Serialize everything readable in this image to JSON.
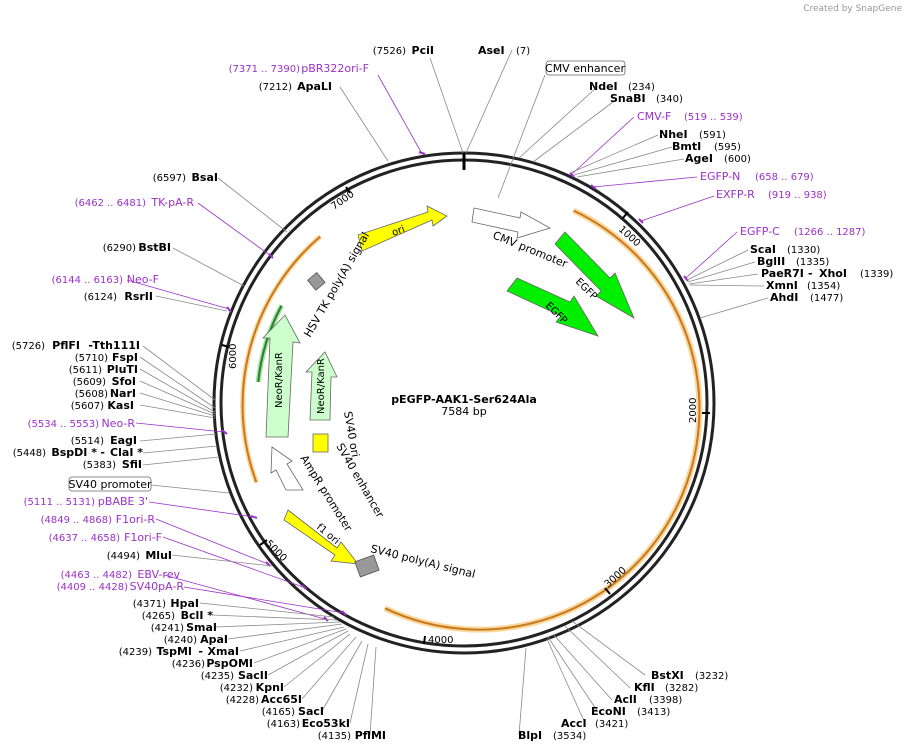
{
  "credit": "Created by SnapGene",
  "title": "pEGFP-AAK1-Ser624Ala",
  "size_label": "7584 bp",
  "ticks": [
    {
      "label": "1000",
      "pos": 1000
    },
    {
      "label": "2000",
      "pos": 2000
    },
    {
      "label": "3000",
      "pos": 3000
    },
    {
      "label": "4000",
      "pos": 4000
    },
    {
      "label": "5000",
      "pos": 5000
    },
    {
      "label": "6000",
      "pos": 6000
    },
    {
      "label": "7000",
      "pos": 7000
    }
  ],
  "sites_right": [
    {
      "name": "AseI",
      "pos": "(7)"
    },
    {
      "name": "NdeI",
      "pos": "(234)"
    },
    {
      "name": "SnaBI",
      "pos": "(340)"
    },
    {
      "name": "NheI",
      "pos": "(591)"
    },
    {
      "name": "BmtI",
      "pos": "(595)"
    },
    {
      "name": "AgeI",
      "pos": "(600)"
    },
    {
      "name": "ScaI",
      "pos": "(1330)"
    },
    {
      "name": "BglII",
      "pos": "(1335)"
    },
    {
      "name": "PaeR7I",
      "name2": "XhoI",
      "pos": "(1339)"
    },
    {
      "name": "XmnI",
      "pos": "(1354)"
    },
    {
      "name": "AhdI",
      "pos": "(1477)"
    },
    {
      "name": "BstXI",
      "pos": "(3232)"
    },
    {
      "name": "KflI",
      "pos": "(3282)"
    },
    {
      "name": "AclI",
      "pos": "(3398)"
    },
    {
      "name": "EcoNI",
      "pos": "(3413)"
    },
    {
      "name": "AccI",
      "pos": "(3421)"
    },
    {
      "name": "BlpI",
      "pos": "(3534)"
    }
  ],
  "sites_left": [
    {
      "name": "PciI",
      "pos": "(7526)"
    },
    {
      "name": "ApaLI",
      "pos": "(7212)"
    },
    {
      "name": "BsaI",
      "pos": "(6597)"
    },
    {
      "name": "BstBI",
      "pos": "(6290)"
    },
    {
      "name": "RsrII",
      "pos": "(6124)"
    },
    {
      "name": "PflFI",
      "name2": "Tth111I",
      "pos": "(5726)"
    },
    {
      "name": "FspI",
      "pos": "(5710)"
    },
    {
      "name": "PluTI",
      "pos": "(5611)"
    },
    {
      "name": "SfoI",
      "pos": "(5609)"
    },
    {
      "name": "NarI",
      "pos": "(5608)"
    },
    {
      "name": "KasI",
      "pos": "(5607)"
    },
    {
      "name": "EagI",
      "pos": "(5514)"
    },
    {
      "name": "BspDI *",
      "name2": "ClaI *",
      "pos": "(5448)"
    },
    {
      "name": "SfiI",
      "pos": "(5383)"
    },
    {
      "name": "MluI",
      "pos": "(4494)"
    },
    {
      "name": "HpaI",
      "pos": "(4371)"
    },
    {
      "name": "BclI *",
      "pos": "(4265)"
    },
    {
      "name": "SmaI",
      "pos": "(4241)"
    },
    {
      "name": "ApaI",
      "pos": "(4240)"
    },
    {
      "name": "TspMI",
      "name2": "XmaI",
      "pos": "(4239)"
    },
    {
      "name": "PspOMI",
      "pos": "(4236)"
    },
    {
      "name": "SacII",
      "pos": "(4235)"
    },
    {
      "name": "KpnI",
      "pos": "(4232)"
    },
    {
      "name": "Acc65I",
      "pos": "(4228)"
    },
    {
      "name": "SacI",
      "pos": "(4165)"
    },
    {
      "name": "Eco53kI",
      "pos": "(4163)"
    },
    {
      "name": "PflMI",
      "pos": "(4135)"
    }
  ],
  "primers": [
    {
      "name": "pBR322ori-F",
      "range": "(7371 .. 7390)"
    },
    {
      "name": "CMV-F",
      "range": "(519 .. 539)"
    },
    {
      "name": "EGFP-N",
      "range": "(658 .. 679)"
    },
    {
      "name": "EXFP-R",
      "range": "(919 .. 938)"
    },
    {
      "name": "EGFP-C",
      "range": "(1266 .. 1287)"
    },
    {
      "name": "TK-pA-R",
      "range": "(6462 .. 6481)"
    },
    {
      "name": "Neo-F",
      "range": "(6144 .. 6163)"
    },
    {
      "name": "Neo-R",
      "range": "(5534 .. 5553)"
    },
    {
      "name": "pBABE 3'",
      "range": "(5111 .. 5131)"
    },
    {
      "name": "F1ori-R",
      "range": "(4849 .. 4868)"
    },
    {
      "name": "F1ori-F",
      "range": "(4637 .. 4658)"
    },
    {
      "name": "EBV-rev",
      "range": "(4463 .. 4482)"
    },
    {
      "name": "SV40pA-R",
      "range": "(4409 .. 4428)"
    }
  ],
  "boxed_features": {
    "cmv_enhancer": "CMV enhancer",
    "sv40_promoter": "SV40 promoter"
  },
  "features": {
    "ori": "ori",
    "cmv_promoter": "CMV promoter",
    "egfp_outer": "EGFP",
    "egfp_inner": "EGFP",
    "hsv_tk": "HSV TK poly(A) signal",
    "neokan_outer": "NeoR/KanR",
    "neokan_inner": "NeoR/KanR",
    "sv40_ori": "SV40 ori",
    "sv40_enhancer": "SV40 enhancer",
    "ampr_promoter": "AmpR promoter",
    "f1_ori": "f1 ori",
    "sv40_polya": "SV40 poly(A) signal"
  },
  "colors": {
    "ori": "#ffff00",
    "egfp": "#00ee00",
    "neo": "#ccffcc",
    "orf": "#e8a33a",
    "primer": "#9b30c8",
    "sv40pa": "#999999"
  }
}
